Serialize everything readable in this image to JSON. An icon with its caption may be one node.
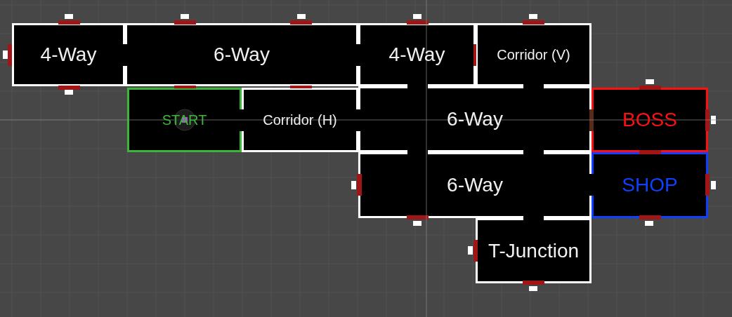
{
  "diagram": {
    "nodes": [
      {
        "text": [
          "4-Way"
        ]
      },
      {
        "text": [
          "6-Way"
        ]
      },
      {
        "text": [
          "4-Way"
        ]
      },
      {
        "text": [
          "Corridor (V)"
        ]
      },
      {
        "text": [
          "START"
        ]
      },
      {
        "text": [
          "Corridor (H)"
        ]
      },
      {
        "text": [
          "6-Way"
        ]
      },
      {
        "text": [
          "BOSS"
        ]
      },
      {
        "text": [
          "6-Way"
        ]
      },
      {
        "text": [
          "SHOP"
        ]
      },
      {
        "text": [
          "T-Junction"
        ]
      }
    ]
  }
}
